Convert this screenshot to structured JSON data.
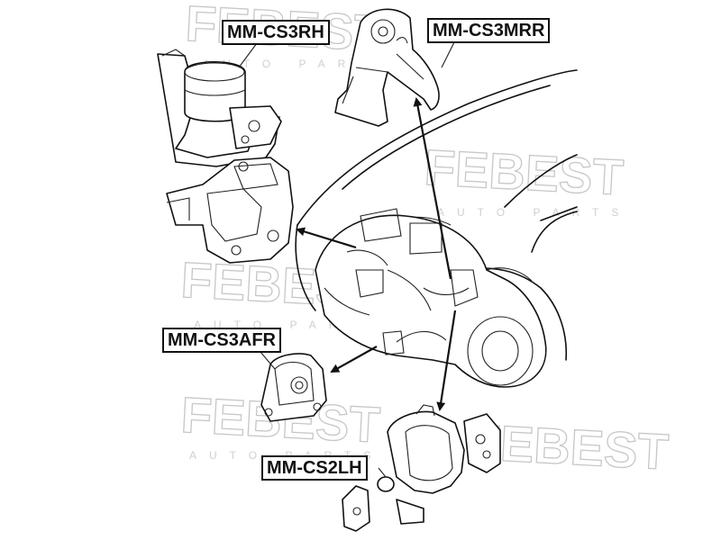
{
  "watermark": {
    "brand": "FEBEST",
    "tagline": "AUTO PARTS"
  },
  "labels": {
    "rh": "MM-CS3RH",
    "mrr": "MM-CS3MRR",
    "afr": "MM-CS3AFR",
    "lh": "MM-CS2LH"
  },
  "colors": {
    "line": "#111111",
    "watermark": "#c7c7c7",
    "background": "#ffffff"
  }
}
